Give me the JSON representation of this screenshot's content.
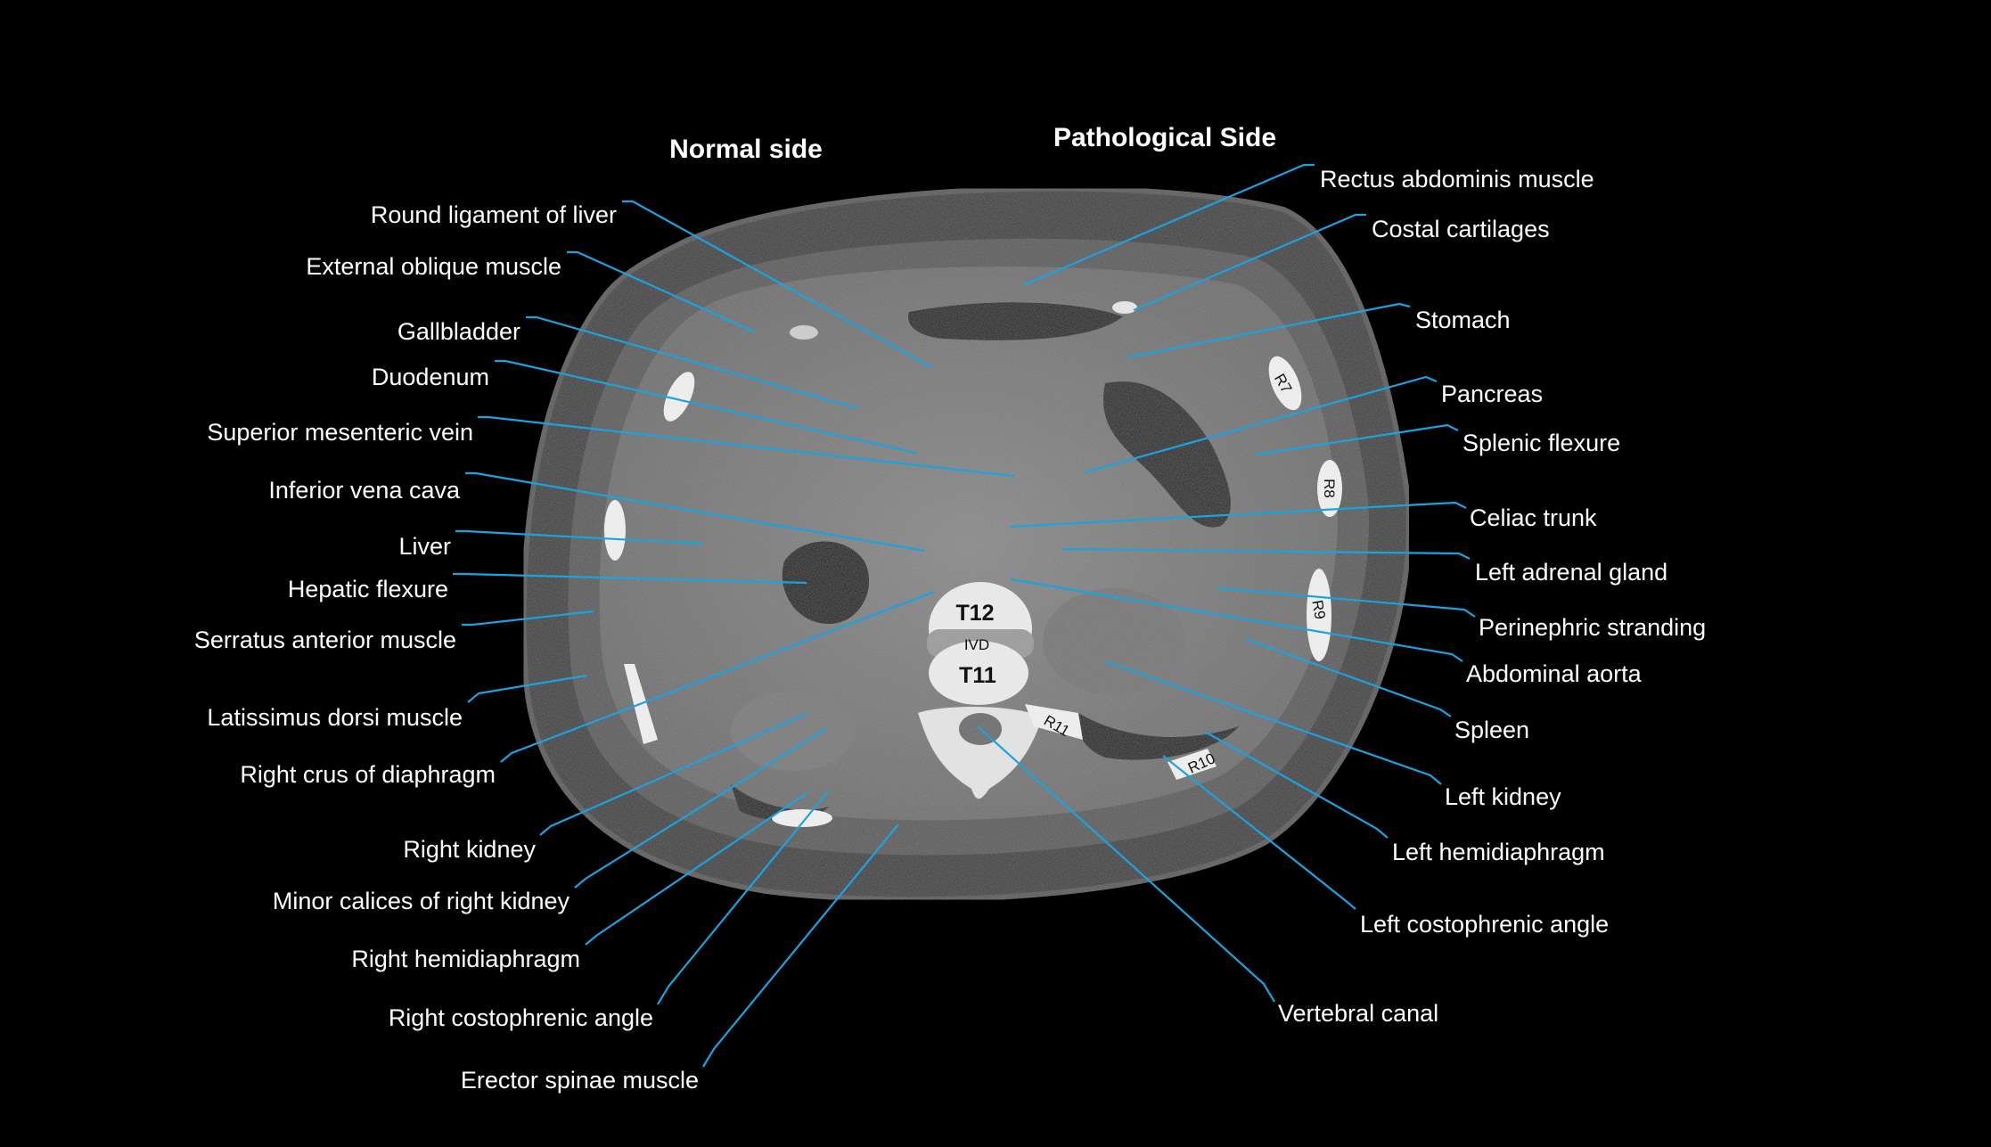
{
  "headers": {
    "left": "Normal side",
    "right": "Pathological Side"
  },
  "labels_left": [
    "Round ligament of liver",
    "External oblique muscle",
    "Gallbladder",
    "Duodenum",
    "Superior mesenteric vein",
    "Inferior vena cava",
    "Liver",
    "Hepatic flexure",
    "Serratus anterior muscle",
    "Latissimus dorsi muscle",
    "Right crus of diaphragm",
    "Right kidney",
    "Minor calices of right kidney",
    "Right hemidiaphragm",
    "Right costophrenic angle",
    "Erector spinae muscle"
  ],
  "labels_right": [
    "Rectus abdominis muscle",
    "Costal cartilages",
    "Stomach",
    "Pancreas",
    "Splenic flexure",
    "Celiac trunk",
    "Left adrenal gland",
    "Perinephric stranding",
    "Abdominal aorta",
    "Spleen",
    "Left kidney",
    "Left hemidiaphragm",
    "Left costophrenic angle",
    "Vertebral canal"
  ],
  "image_text": {
    "t12": "T12",
    "ivd": "IVD",
    "t11": "T11",
    "ribs": [
      "R7",
      "R8",
      "R9",
      "R10",
      "R11"
    ]
  },
  "colors": {
    "leader": "#1aa3e0",
    "label": "#ffffff",
    "background": "#000000"
  }
}
